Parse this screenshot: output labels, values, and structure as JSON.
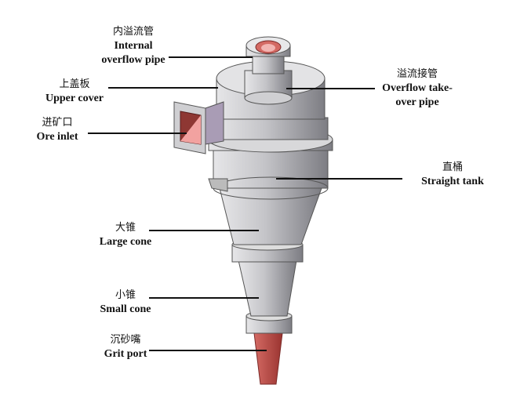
{
  "labels": {
    "internal_overflow_pipe": {
      "zh": "内溢流管",
      "en1": "Internal",
      "en2": "overflow pipe"
    },
    "upper_cover": {
      "zh": "上盖板",
      "en": "Upper cover"
    },
    "ore_inlet": {
      "zh": "进矿口",
      "en": "Ore inlet"
    },
    "overflow_takeover_pipe": {
      "zh": "溢流接管",
      "en1": "Overflow take-",
      "en2": "over pipe"
    },
    "straight_tank": {
      "zh": "直桶",
      "en": "Straight tank"
    },
    "large_cone": {
      "zh": "大锥",
      "en": "Large cone"
    },
    "small_cone": {
      "zh": "小锥",
      "en": "Small cone"
    },
    "grit_port": {
      "zh": "沉砂嘴",
      "en": "Grit port"
    }
  },
  "colors": {
    "metal": "#b9b9bd",
    "metal_dark": "#8f8f94",
    "red": "#c0504d",
    "red_light": "#f0a0a0",
    "line": "#111111"
  }
}
